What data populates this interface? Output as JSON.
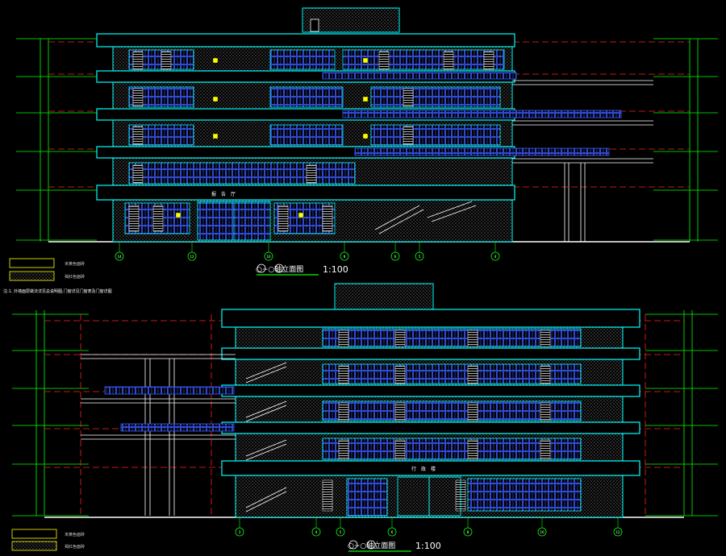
{
  "drawings": [
    {
      "title": "○~○轴立面图",
      "scale": "1:100",
      "room_label": "报告厅",
      "axis_labels": [
        "14",
        "12",
        "10",
        "8",
        "6",
        "5",
        "4"
      ]
    },
    {
      "title": "○~○轴立面图",
      "scale": "1:100",
      "room_label": "行政楼",
      "axis_labels": [
        "3",
        "4",
        "5",
        "6",
        "8",
        "10",
        "12"
      ]
    }
  ],
  "note": "注:1. 外墙面层做法详见总说明图,门窗详见门窗表及门窗详图",
  "legend": [
    {
      "text": "米黄色面砖"
    },
    {
      "text": "褐红色面砖"
    }
  ],
  "colors": {
    "background": "#000000",
    "outline": "#00ffff",
    "window": "#3b5bff",
    "axis": "#ff2020",
    "dim": "#00ff00",
    "tile": "#ffffff",
    "legend": "#ffff00"
  }
}
